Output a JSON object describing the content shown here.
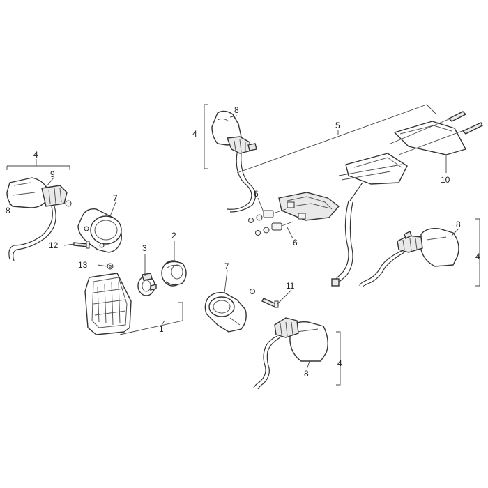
{
  "callouts": {
    "c1": "1",
    "c2": "2",
    "c3": "3",
    "c4a": "4",
    "c4b": "4",
    "c4c": "4",
    "c4d": "4",
    "c5": "5",
    "c6a": "6",
    "c6b": "6",
    "c7a": "7",
    "c7b": "7",
    "c8a": "8",
    "c8b": "8",
    "c8c": "8",
    "c8d": "8",
    "c9": "9",
    "c10": "10",
    "c11": "11",
    "c12": "12",
    "c13": "13"
  }
}
